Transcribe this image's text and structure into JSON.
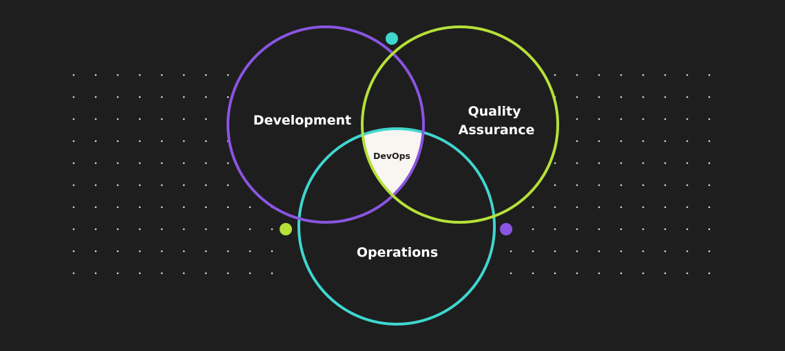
{
  "diagram": {
    "type": "venn",
    "sets": [
      {
        "id": "development",
        "label": "Development",
        "color": "#8a55e0"
      },
      {
        "id": "quality_assurance",
        "label_line1": "Quality",
        "label_line2": "Assurance",
        "color": "#b6e03a"
      },
      {
        "id": "operations",
        "label": "Operations",
        "color": "#3fd6cf"
      }
    ],
    "intersection": {
      "label": "DevOps",
      "fill": "#f9f5f1"
    },
    "accent_dots": [
      {
        "id": "teal-dot",
        "color": "#3fd6cf"
      },
      {
        "id": "lime-dot",
        "color": "#b6e03a"
      },
      {
        "id": "purple-dot",
        "color": "#8a55e0"
      }
    ],
    "background": "#1e1e1e",
    "dot_grid_color": "#d8d8d8"
  }
}
